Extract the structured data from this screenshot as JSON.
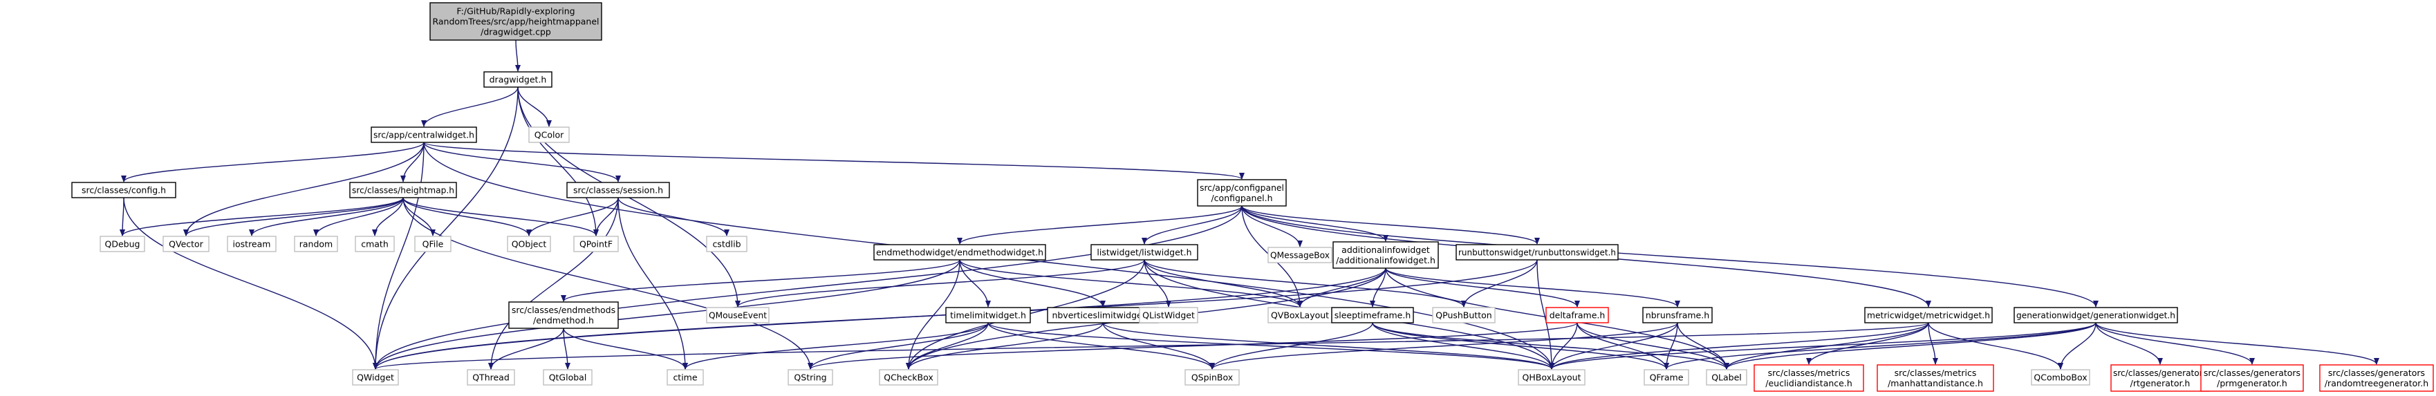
{
  "colors": {
    "edge": "#191970",
    "root_fill": "#bfbfbf",
    "root_border": "#000000",
    "documented_border": "#000000",
    "external_border": "#bfbfbf",
    "missing_border": "#ff0000"
  },
  "nodes": [
    {
      "id": "root",
      "kind": "root",
      "lines": [
        "F:/GitHub/Rapidly-exploring",
        "RandomTrees/src/app/heightmappanel",
        "/dragwidget.cpp"
      ]
    },
    {
      "id": "dragwidget_h",
      "kind": "documented",
      "lines": [
        "dragwidget.h"
      ]
    },
    {
      "id": "QColor",
      "kind": "external",
      "lines": [
        "QColor"
      ]
    },
    {
      "id": "centralwidget_h",
      "kind": "documented",
      "lines": [
        "src/app/centralwidget.h"
      ]
    },
    {
      "id": "config_h",
      "kind": "documented",
      "lines": [
        "src/classes/config.h"
      ]
    },
    {
      "id": "heightmap_h",
      "kind": "documented",
      "lines": [
        "src/classes/heightmap.h"
      ]
    },
    {
      "id": "session_h",
      "kind": "documented",
      "lines": [
        "src/classes/session.h"
      ]
    },
    {
      "id": "configpanel_h",
      "kind": "documented",
      "lines": [
        "src/app/configpanel",
        "/configpanel.h"
      ]
    },
    {
      "id": "QDebug",
      "kind": "external",
      "lines": [
        "QDebug"
      ]
    },
    {
      "id": "QVector",
      "kind": "external",
      "lines": [
        "QVector"
      ]
    },
    {
      "id": "iostream",
      "kind": "external",
      "lines": [
        "iostream"
      ]
    },
    {
      "id": "random",
      "kind": "external",
      "lines": [
        "random"
      ]
    },
    {
      "id": "cmath",
      "kind": "external",
      "lines": [
        "cmath"
      ]
    },
    {
      "id": "QFile",
      "kind": "external",
      "lines": [
        "QFile"
      ]
    },
    {
      "id": "QObject",
      "kind": "external",
      "lines": [
        "QObject"
      ]
    },
    {
      "id": "QPointF",
      "kind": "external",
      "lines": [
        "QPointF"
      ]
    },
    {
      "id": "cstdlib",
      "kind": "external",
      "lines": [
        "cstdlib"
      ]
    },
    {
      "id": "QMessageBox",
      "kind": "external",
      "lines": [
        "QMessageBox"
      ]
    },
    {
      "id": "endmethodwidget_h",
      "kind": "documented",
      "lines": [
        "endmethodwidget/endmethodwidget.h"
      ]
    },
    {
      "id": "listwidget_h",
      "kind": "documented",
      "lines": [
        "listwidget/listwidget.h"
      ]
    },
    {
      "id": "additionalinfowidget_h",
      "kind": "documented",
      "lines": [
        "additionalinfowidget",
        "/additionalinfowidget.h"
      ]
    },
    {
      "id": "runbuttonswidget_h",
      "kind": "documented",
      "lines": [
        "runbuttonswidget/runbuttonswidget.h"
      ]
    },
    {
      "id": "endmethod_h",
      "kind": "documented",
      "lines": [
        "src/classes/endmethods",
        "/endmethod.h"
      ]
    },
    {
      "id": "QMouseEvent",
      "kind": "external",
      "lines": [
        "QMouseEvent"
      ]
    },
    {
      "id": "timelimitwidget_h",
      "kind": "documented",
      "lines": [
        "timelimitwidget.h"
      ]
    },
    {
      "id": "nbverticeslimitwidget_h",
      "kind": "documented",
      "lines": [
        "nbverticeslimitwidget.h"
      ]
    },
    {
      "id": "QListWidget",
      "kind": "external",
      "lines": [
        "QListWidget"
      ]
    },
    {
      "id": "QVBoxLayout",
      "kind": "external",
      "lines": [
        "QVBoxLayout"
      ]
    },
    {
      "id": "sleeptimeframe_h",
      "kind": "documented",
      "lines": [
        "sleeptimeframe.h"
      ]
    },
    {
      "id": "QPushButton",
      "kind": "external",
      "lines": [
        "QPushButton"
      ]
    },
    {
      "id": "deltaframe_h",
      "kind": "missing",
      "lines": [
        "deltaframe.h"
      ]
    },
    {
      "id": "nbrunsframe_h",
      "kind": "documented",
      "lines": [
        "nbrunsframe.h"
      ]
    },
    {
      "id": "metricwidget_h",
      "kind": "documented",
      "lines": [
        "metricwidget/metricwidget.h"
      ]
    },
    {
      "id": "generationwidget_h",
      "kind": "documented",
      "lines": [
        "generationwidget/generationwidget.h"
      ]
    },
    {
      "id": "QWidget",
      "kind": "external",
      "lines": [
        "QWidget"
      ]
    },
    {
      "id": "QThread",
      "kind": "external",
      "lines": [
        "QThread"
      ]
    },
    {
      "id": "QtGlobal",
      "kind": "external",
      "lines": [
        "QtGlobal"
      ]
    },
    {
      "id": "ctime",
      "kind": "external",
      "lines": [
        "ctime"
      ]
    },
    {
      "id": "QString",
      "kind": "external",
      "lines": [
        "QString"
      ]
    },
    {
      "id": "QCheckBox",
      "kind": "external",
      "lines": [
        "QCheckBox"
      ]
    },
    {
      "id": "QSpinBox",
      "kind": "external",
      "lines": [
        "QSpinBox"
      ]
    },
    {
      "id": "QHBoxLayout",
      "kind": "external",
      "lines": [
        "QHBoxLayout"
      ]
    },
    {
      "id": "QFrame",
      "kind": "external",
      "lines": [
        "QFrame"
      ]
    },
    {
      "id": "QLabel",
      "kind": "external",
      "lines": [
        "QLabel"
      ]
    },
    {
      "id": "euclidiandistance_h",
      "kind": "missing",
      "lines": [
        "src/classes/metrics",
        "/euclidiandistance.h"
      ]
    },
    {
      "id": "manhattandistance_h",
      "kind": "missing",
      "lines": [
        "src/classes/metrics",
        "/manhattandistance.h"
      ]
    },
    {
      "id": "QComboBox",
      "kind": "external",
      "lines": [
        "QComboBox"
      ]
    },
    {
      "id": "rtgenerator_h",
      "kind": "missing",
      "lines": [
        "src/classes/generators",
        "/rtgenerator.h"
      ]
    },
    {
      "id": "prmgenerator_h",
      "kind": "missing",
      "lines": [
        "src/classes/generators",
        "/prmgenerator.h"
      ]
    },
    {
      "id": "randomtreegenerator_h",
      "kind": "missing",
      "lines": [
        "src/classes/generators",
        "/randomtreegenerator.h"
      ]
    }
  ],
  "edges": [
    [
      "root",
      "dragwidget_h"
    ],
    [
      "dragwidget_h",
      "QColor"
    ],
    [
      "dragwidget_h",
      "centralwidget_h"
    ],
    [
      "dragwidget_h",
      "QPointF"
    ],
    [
      "dragwidget_h",
      "QMouseEvent"
    ],
    [
      "dragwidget_h",
      "QWidget"
    ],
    [
      "centralwidget_h",
      "config_h"
    ],
    [
      "centralwidget_h",
      "heightmap_h"
    ],
    [
      "centralwidget_h",
      "session_h"
    ],
    [
      "centralwidget_h",
      "configpanel_h"
    ],
    [
      "centralwidget_h",
      "QVector"
    ],
    [
      "centralwidget_h",
      "QWidget"
    ],
    [
      "centralwidget_h",
      "QHBoxLayout"
    ],
    [
      "config_h",
      "QDebug"
    ],
    [
      "config_h",
      "QWidget"
    ],
    [
      "heightmap_h",
      "QDebug"
    ],
    [
      "heightmap_h",
      "QVector"
    ],
    [
      "heightmap_h",
      "iostream"
    ],
    [
      "heightmap_h",
      "random"
    ],
    [
      "heightmap_h",
      "cmath"
    ],
    [
      "heightmap_h",
      "QFile"
    ],
    [
      "heightmap_h",
      "QObject"
    ],
    [
      "heightmap_h",
      "QPointF"
    ],
    [
      "heightmap_h",
      "QString"
    ],
    [
      "session_h",
      "QObject"
    ],
    [
      "session_h",
      "QPointF"
    ],
    [
      "session_h",
      "cstdlib"
    ],
    [
      "session_h",
      "ctime"
    ],
    [
      "session_h",
      "QThread"
    ],
    [
      "configpanel_h",
      "QMessageBox"
    ],
    [
      "configpanel_h",
      "endmethodwidget_h"
    ],
    [
      "configpanel_h",
      "listwidget_h"
    ],
    [
      "configpanel_h",
      "additionalinfowidget_h"
    ],
    [
      "configpanel_h",
      "runbuttonswidget_h"
    ],
    [
      "configpanel_h",
      "metricwidget_h"
    ],
    [
      "configpanel_h",
      "generationwidget_h"
    ],
    [
      "configpanel_h",
      "QVBoxLayout"
    ],
    [
      "configpanel_h",
      "QWidget"
    ],
    [
      "endmethodwidget_h",
      "endmethod_h"
    ],
    [
      "endmethodwidget_h",
      "timelimitwidget_h"
    ],
    [
      "endmethodwidget_h",
      "nbverticeslimitwidget_h"
    ],
    [
      "endmethodwidget_h",
      "QVBoxLayout"
    ],
    [
      "endmethodwidget_h",
      "QCheckBox"
    ],
    [
      "endmethodwidget_h",
      "QWidget"
    ],
    [
      "listwidget_h",
      "QListWidget"
    ],
    [
      "listwidget_h",
      "QVBoxLayout"
    ],
    [
      "listwidget_h",
      "QPushButton"
    ],
    [
      "listwidget_h",
      "QHBoxLayout"
    ],
    [
      "listwidget_h",
      "QMouseEvent"
    ],
    [
      "listwidget_h",
      "QCheckBox"
    ],
    [
      "additionalinfowidget_h",
      "sleeptimeframe_h"
    ],
    [
      "additionalinfowidget_h",
      "deltaframe_h"
    ],
    [
      "additionalinfowidget_h",
      "nbrunsframe_h"
    ],
    [
      "additionalinfowidget_h",
      "QVBoxLayout"
    ],
    [
      "additionalinfowidget_h",
      "QCheckBox"
    ],
    [
      "additionalinfowidget_h",
      "QWidget"
    ],
    [
      "additionalinfowidget_h",
      "QLabel"
    ],
    [
      "runbuttonswidget_h",
      "QPushButton"
    ],
    [
      "runbuttonswidget_h",
      "QHBoxLayout"
    ],
    [
      "runbuttonswidget_h",
      "QWidget"
    ],
    [
      "endmethod_h",
      "QThread"
    ],
    [
      "endmethod_h",
      "QtGlobal"
    ],
    [
      "endmethod_h",
      "ctime"
    ],
    [
      "timelimitwidget_h",
      "ctime"
    ],
    [
      "timelimitwidget_h",
      "QCheckBox"
    ],
    [
      "timelimitwidget_h",
      "QSpinBox"
    ],
    [
      "timelimitwidget_h",
      "QHBoxLayout"
    ],
    [
      "timelimitwidget_h",
      "QString"
    ],
    [
      "nbverticeslimitwidget_h",
      "QCheckBox"
    ],
    [
      "nbverticeslimitwidget_h",
      "QSpinBox"
    ],
    [
      "nbverticeslimitwidget_h",
      "QHBoxLayout"
    ],
    [
      "sleeptimeframe_h",
      "QSpinBox"
    ],
    [
      "sleeptimeframe_h",
      "QHBoxLayout"
    ],
    [
      "sleeptimeframe_h",
      "QFrame"
    ],
    [
      "sleeptimeframe_h",
      "QLabel"
    ],
    [
      "deltaframe_h",
      "QHBoxLayout"
    ],
    [
      "deltaframe_h",
      "QFrame"
    ],
    [
      "deltaframe_h",
      "QLabel"
    ],
    [
      "deltaframe_h",
      "QString"
    ],
    [
      "nbrunsframe_h",
      "QSpinBox"
    ],
    [
      "nbrunsframe_h",
      "QHBoxLayout"
    ],
    [
      "nbrunsframe_h",
      "QFrame"
    ],
    [
      "nbrunsframe_h",
      "QLabel"
    ],
    [
      "metricwidget_h",
      "euclidiandistance_h"
    ],
    [
      "metricwidget_h",
      "manhattandistance_h"
    ],
    [
      "metricwidget_h",
      "QComboBox"
    ],
    [
      "metricwidget_h",
      "QLabel"
    ],
    [
      "metricwidget_h",
      "QHBoxLayout"
    ],
    [
      "metricwidget_h",
      "QWidget"
    ],
    [
      "generationwidget_h",
      "rtgenerator_h"
    ],
    [
      "generationwidget_h",
      "prmgenerator_h"
    ],
    [
      "generationwidget_h",
      "randomtreegenerator_h"
    ],
    [
      "generationwidget_h",
      "QComboBox"
    ],
    [
      "generationwidget_h",
      "QLabel"
    ],
    [
      "generationwidget_h",
      "QHBoxLayout"
    ],
    [
      "generationwidget_h",
      "QFrame"
    ]
  ]
}
